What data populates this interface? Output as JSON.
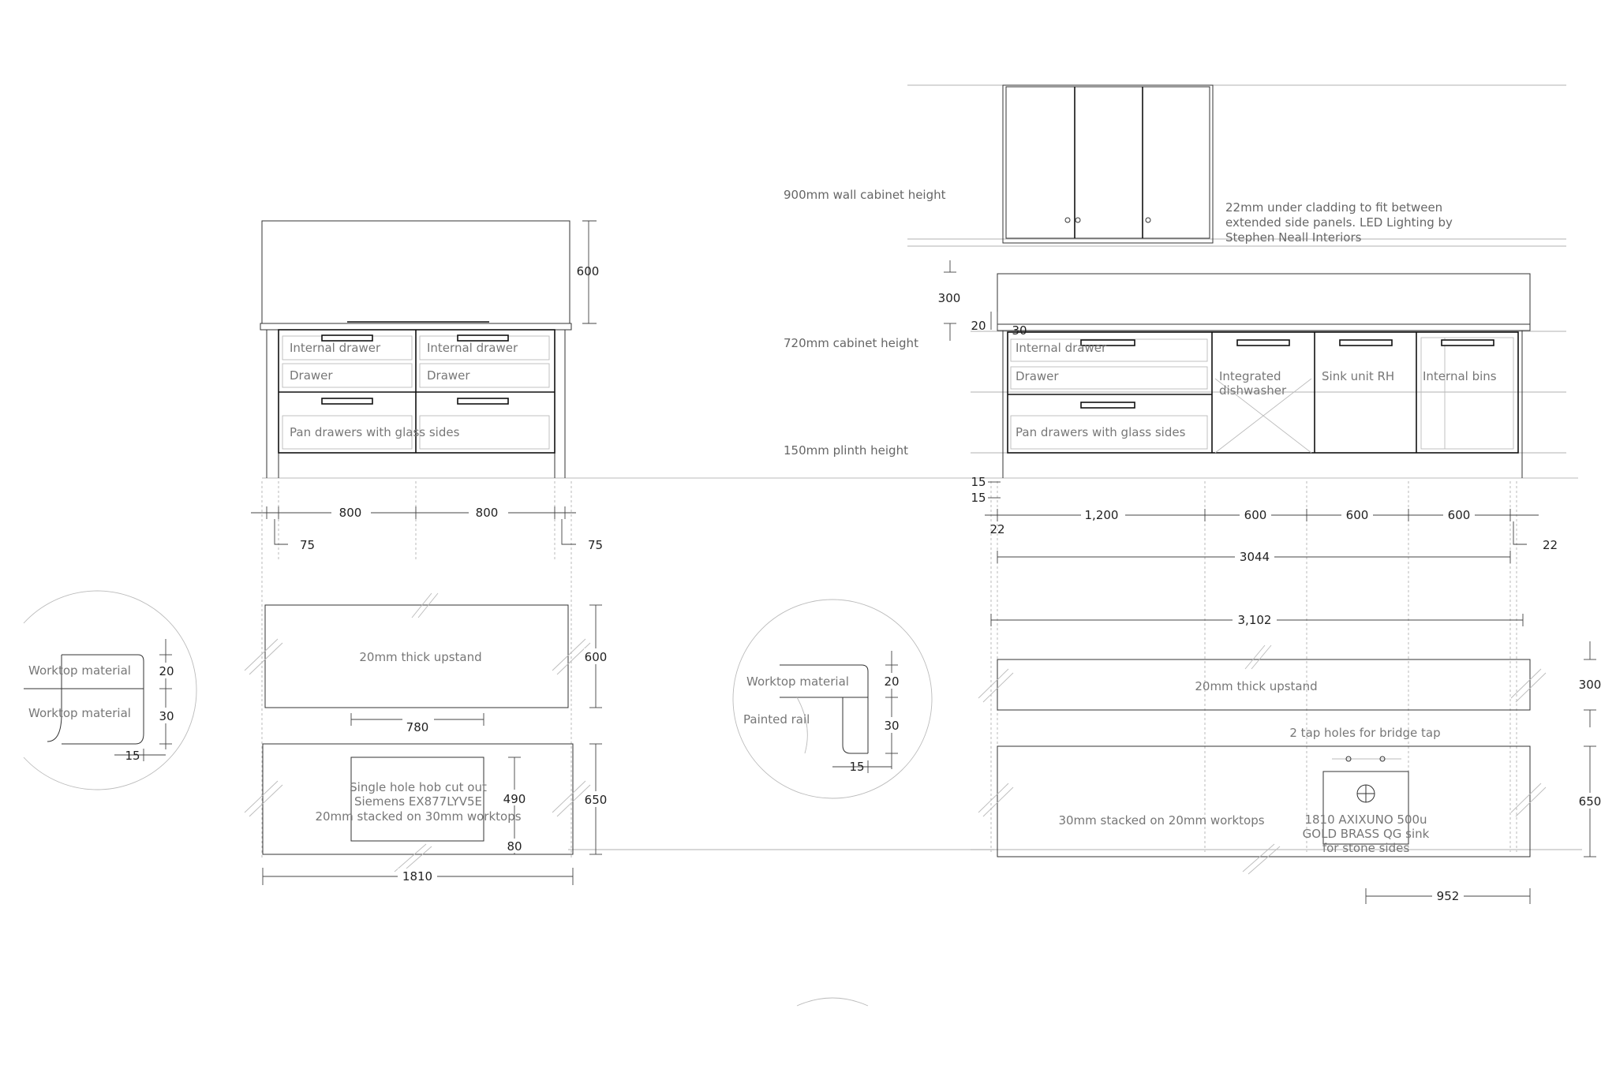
{
  "left_elevation": {
    "drawer_labels": {
      "internal_1": "Internal drawer",
      "internal_2": "Internal drawer",
      "drawer_1": "Drawer",
      "drawer_2": "Drawer",
      "pan": "Pan drawers with glass sides"
    },
    "dims": {
      "upstand_h": "600",
      "w1": "800",
      "w2": "800",
      "side_l": "75",
      "side_r": "75"
    }
  },
  "levels": {
    "wall_cabinet": "900mm wall cabinet height",
    "cabinet": "720mm cabinet height",
    "plinth": "150mm plinth height"
  },
  "right_elevation": {
    "dims": {
      "gap_300": "300",
      "d20": "20",
      "d30": "30",
      "d15a": "15",
      "d15b": "15",
      "w1200": "1,200",
      "w600a": "600",
      "w600b": "600",
      "w600c": "600",
      "d22l": "22",
      "d22r": "22",
      "overall_3044": "3044",
      "overall_3102": "3,102"
    },
    "labels": {
      "internal": "Internal drawer",
      "drawer": "Drawer",
      "pan": "Pan drawers with glass sides",
      "dishwasher_1": "Integrated",
      "dishwasher_2": "dishwasher",
      "sink": "Sink unit RH",
      "bins": "Internal bins"
    },
    "note": [
      "22mm under cladding to fit between",
      "extended side panels. LED Lighting by",
      "Stephen Neall Interiors"
    ]
  },
  "left_plan": {
    "upstand_label": "20mm thick upstand",
    "upstand_h": "600",
    "hob_w": "780",
    "hob_lines": [
      "Single hole hob cut out",
      "Siemens EX877LYV5E",
      "20mm stacked on 30mm worktops"
    ],
    "hob_d": "490",
    "hob_gap": "80",
    "worktop_d": "650",
    "overall": "1810"
  },
  "detail_left": {
    "worktop_1": "Worktop material",
    "worktop_2": "Worktop material",
    "d20": "20",
    "d30": "30",
    "d15": "15"
  },
  "detail_right": {
    "worktop": "Worktop material",
    "rail": "Painted rail",
    "d20": "20",
    "d30": "30",
    "d15": "15"
  },
  "right_plan": {
    "upstand_label": "20mm thick upstand",
    "upstand_h": "300",
    "tap_note": "2 tap holes for bridge tap",
    "worktop_label": "30mm stacked on 20mm worktops",
    "sink_lines": [
      "1810 AXIXUNO 500u",
      "GOLD BRASS QG sink",
      "for stone sides"
    ],
    "worktop_d": "650",
    "sink_offset": "952"
  }
}
